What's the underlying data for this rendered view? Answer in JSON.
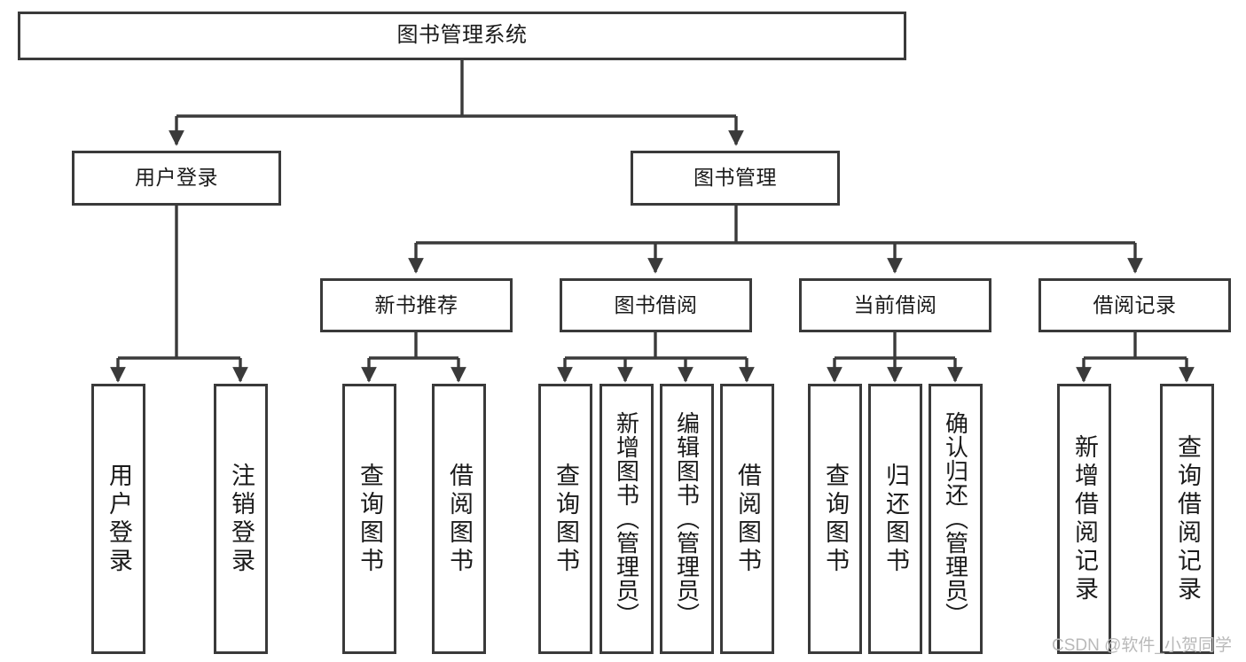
{
  "diagram": {
    "title": "图书管理系统",
    "type": "tree-hierarchy",
    "watermark": "CSDN @软件_小贺同学",
    "colors": {
      "box_border": "#3a3a3a",
      "box_fill": "#ffffff",
      "edge": "#3a3a3a",
      "text": "#1a1a1a",
      "watermark": "#b9b9b9"
    },
    "levels": {
      "root": {
        "label": "图书管理系统"
      },
      "level2": [
        {
          "id": "user-login",
          "label": "用户登录"
        },
        {
          "id": "book-manage",
          "label": "图书管理"
        }
      ],
      "level3": [
        {
          "id": "new-book-rec",
          "label": "新书推荐"
        },
        {
          "id": "book-borrow",
          "label": "图书借阅"
        },
        {
          "id": "current-borrow",
          "label": "当前借阅"
        },
        {
          "id": "borrow-record",
          "label": "借阅记录"
        }
      ],
      "leaves": {
        "user-login": [
          {
            "id": "leaf-user-login",
            "label": "用户登录"
          },
          {
            "id": "leaf-user-logout",
            "label": "注销登录"
          }
        ],
        "new-book-rec": [
          {
            "id": "leaf-query-book-1",
            "label": "查询图书"
          },
          {
            "id": "leaf-borrow-book-1",
            "label": "借阅图书"
          }
        ],
        "book-borrow": [
          {
            "id": "leaf-query-book-2",
            "label": "查询图书"
          },
          {
            "id": "leaf-add-book",
            "label": "新增图书（管理员）"
          },
          {
            "id": "leaf-edit-book",
            "label": "编辑图书（管理员）"
          },
          {
            "id": "leaf-borrow-book-2",
            "label": "借阅图书"
          }
        ],
        "current-borrow": [
          {
            "id": "leaf-query-book-3",
            "label": "查询图书"
          },
          {
            "id": "leaf-return-book",
            "label": "归还图书"
          },
          {
            "id": "leaf-confirm-return",
            "label": "确认归还（管理员）"
          }
        ],
        "borrow-record": [
          {
            "id": "leaf-add-record",
            "label": "新增借阅记录"
          },
          {
            "id": "leaf-query-record",
            "label": "查询借阅记录"
          }
        ]
      }
    }
  }
}
